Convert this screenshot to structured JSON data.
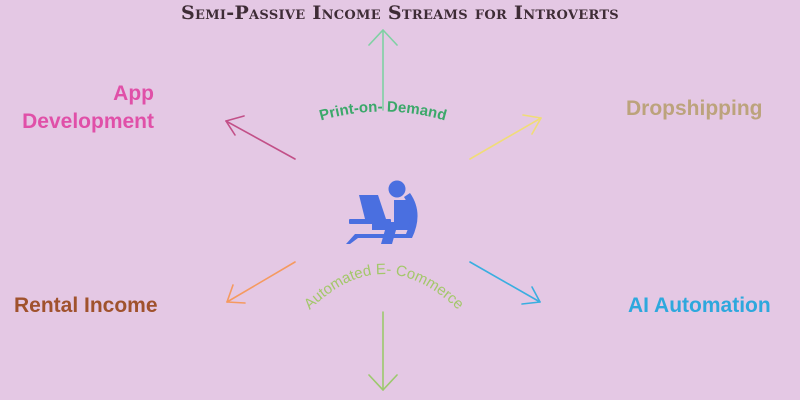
{
  "title": "Semi-Passive Income Streams for Introverts",
  "center_icon": "person-at-laptop-icon",
  "arc_labels": {
    "print_on_demand": "Print-on- Demand",
    "automated_ecommerce": "Automated E- Commerce"
  },
  "branches": {
    "app_development": {
      "line1": "App",
      "line2": "Development"
    },
    "dropshipping": "Dropshipping",
    "rental_income": "Rental Income",
    "ai_automation": "AI Automation"
  },
  "colors": {
    "background": "#e4c8e4",
    "title": "#3e2c36",
    "print_on_demand": "#3ba86a",
    "automated_ecommerce": "#a3c76a",
    "app_development": "#e050a8",
    "dropshipping": "#bca37c",
    "rental_income": "#a0522d",
    "ai_automation": "#2ea8dd",
    "arrow_up": "#7fd1a3",
    "arrow_down": "#9cc96d",
    "arrow_app": "#c25088",
    "arrow_drop": "#f0dc78",
    "arrow_rental": "#f59a60",
    "arrow_ai": "#3aaee0",
    "icon": "#4a6fe0"
  }
}
